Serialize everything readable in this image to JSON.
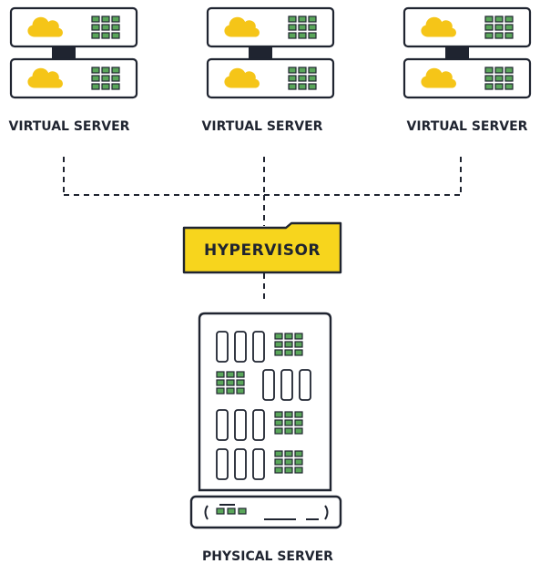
{
  "virtual_servers": [
    {
      "label": "VIRTUAL SERVER"
    },
    {
      "label": "VIRTUAL SERVER"
    },
    {
      "label": "VIRTUAL SERVER"
    }
  ],
  "hypervisor": {
    "label": "HYPERVISOR"
  },
  "physical_server": {
    "label": "PHYSICAL SERVER"
  },
  "colors": {
    "outline": "#1f2430",
    "cloud": "#f5c518",
    "hypervisor_fill": "#f7d51d",
    "led": "#5aa65a",
    "background": "#ffffff"
  },
  "icons": {
    "virtual_server": "server-cloud-icon",
    "physical_server": "server-rack-icon",
    "hypervisor": "hypervisor-tag-icon"
  }
}
